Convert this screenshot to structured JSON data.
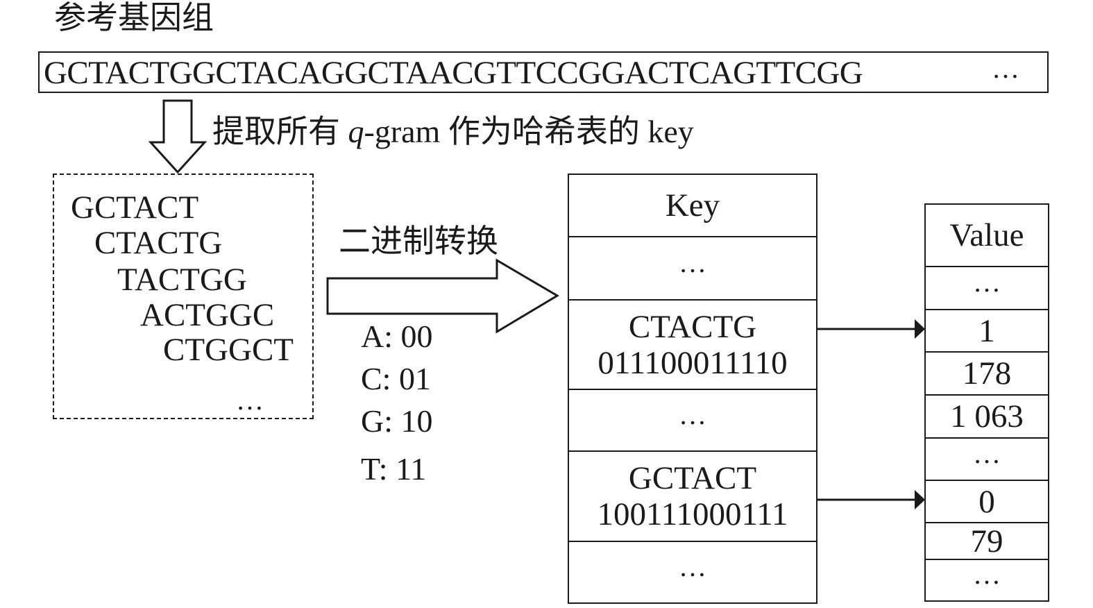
{
  "title": "参考基因组",
  "genome": {
    "sequence": "GCTACTGGCTACAGGCTAACGTTCCGGACTCAGTTCGG",
    "ellipsis": "…"
  },
  "extract_label": {
    "prefix": "提取所有 ",
    "q": "q",
    "suffix": "-gram 作为哈希表的 key"
  },
  "qgrams": [
    "GCTACT",
    "CTACTG",
    "TACTGG",
    "ACTGGC",
    "CTGGCT"
  ],
  "qgram_ellipsis": "…",
  "binary_label": "二进制转换",
  "encoding": [
    "A: 00",
    "C: 01",
    "G: 10",
    "T: 11"
  ],
  "key_table": {
    "header": "Key",
    "rows": [
      {
        "seq": "…",
        "bits": ""
      },
      {
        "seq": "CTACTG",
        "bits": "011100011110"
      },
      {
        "seq": "…",
        "bits": ""
      },
      {
        "seq": "GCTACT",
        "bits": "100111000111"
      },
      {
        "seq": "…",
        "bits": ""
      }
    ]
  },
  "value_table": {
    "header": "Value",
    "rows": [
      "…",
      "1",
      "178",
      "1 063",
      "…",
      "0",
      "79",
      "…"
    ]
  }
}
